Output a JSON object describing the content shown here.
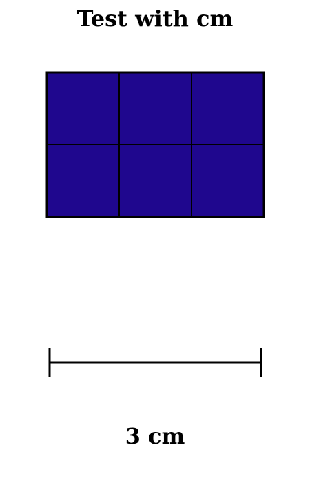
{
  "title": "Test with cm",
  "grid": {
    "rows": 2,
    "columns": 3,
    "fill_color": "#1f078e",
    "line_color": "#000000"
  },
  "scale_bar": {
    "label": "3 cm",
    "color": "#000000"
  }
}
